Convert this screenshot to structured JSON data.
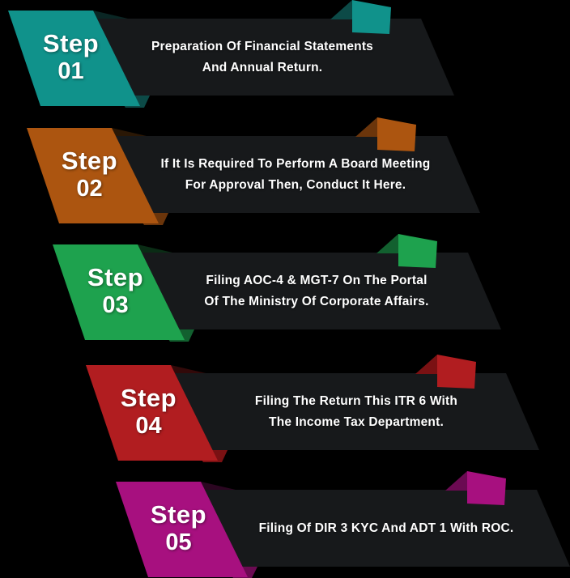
{
  "theme": {
    "background": "#000000",
    "banner_color": "#17191B",
    "text_color": "#FFFFFF"
  },
  "steps": [
    {
      "label": "Step",
      "number": "01",
      "color": "#10928B",
      "fold_color": "#0C4A47",
      "shadow_color": "#0A2624",
      "line1": "Preparation Of Financial Statements",
      "line2": "And Annual Return."
    },
    {
      "label": "Step",
      "number": "02",
      "color": "#AC5510",
      "fold_color": "#6B350B",
      "shadow_color": "#2A1705",
      "line1": "If It Is Required To Perform A Board Meeting",
      "line2": "For Approval Then, Conduct It Here."
    },
    {
      "label": "Step",
      "number": "03",
      "color": "#1EA24E",
      "fold_color": "#12602F",
      "shadow_color": "#0A2C15",
      "line1": "Filing AOC-4 & MGT-7 On The Portal",
      "line2": "Of The Ministry Of Corporate Affairs."
    },
    {
      "label": "Step",
      "number": "04",
      "color": "#B11D20",
      "fold_color": "#7A1113",
      "shadow_color": "#320909",
      "line1": "Filing The Return This ITR 6 With",
      "line2": "The Income Tax Department."
    },
    {
      "label": "Step",
      "number": "05",
      "color": "#A7107F",
      "fold_color": "#6B0A52",
      "shadow_color": "#2B0621",
      "line1": "Filing Of DIR 3 KYC And ADT 1 With ROC.",
      "line2": ""
    }
  ]
}
